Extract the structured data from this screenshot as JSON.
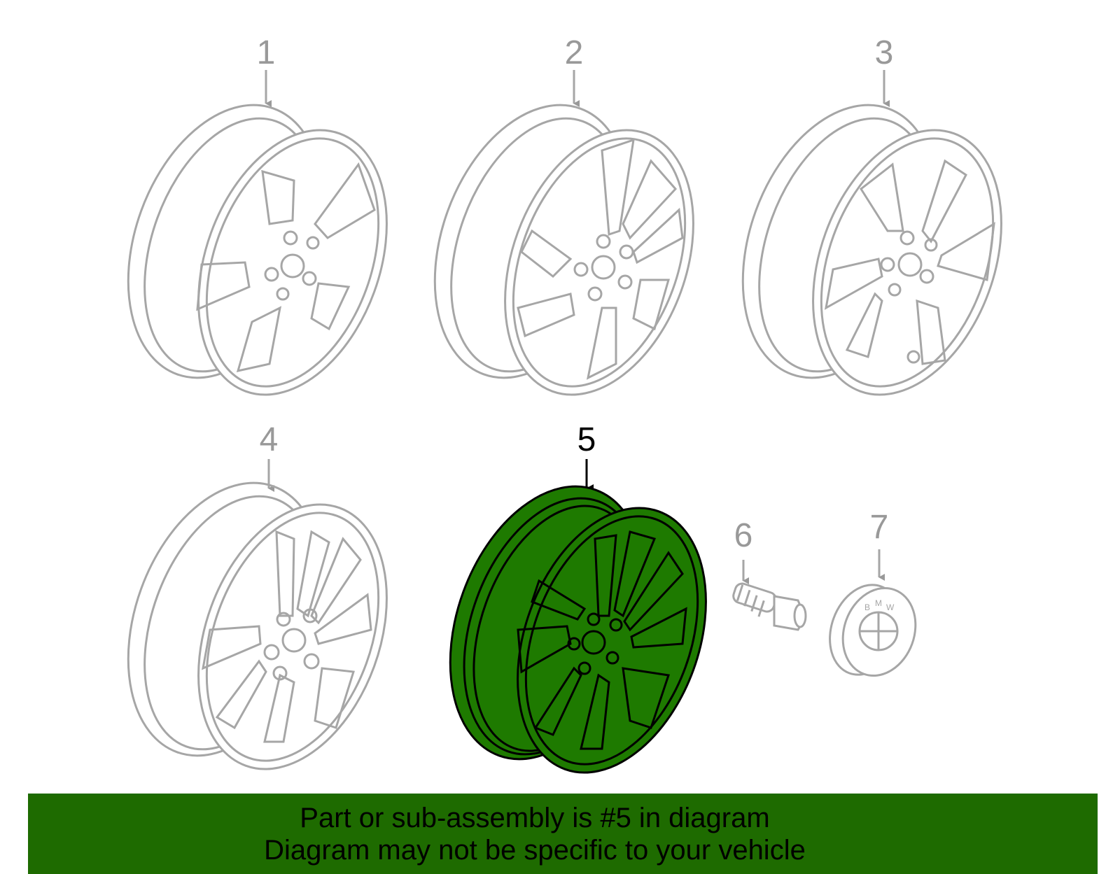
{
  "callouts": [
    "1",
    "2",
    "3",
    "4",
    "5",
    "6",
    "7"
  ],
  "highlighted_callout": "5",
  "colors": {
    "highlight_fill": "#1e7a00",
    "banner_background": "#1e6b00",
    "inactive_line": "#a6a6a6",
    "active_line": "#000000"
  },
  "banner": {
    "line1": "Part or sub-assembly is #5 in diagram",
    "line2": "Diagram may not be specific to your vehicle"
  }
}
